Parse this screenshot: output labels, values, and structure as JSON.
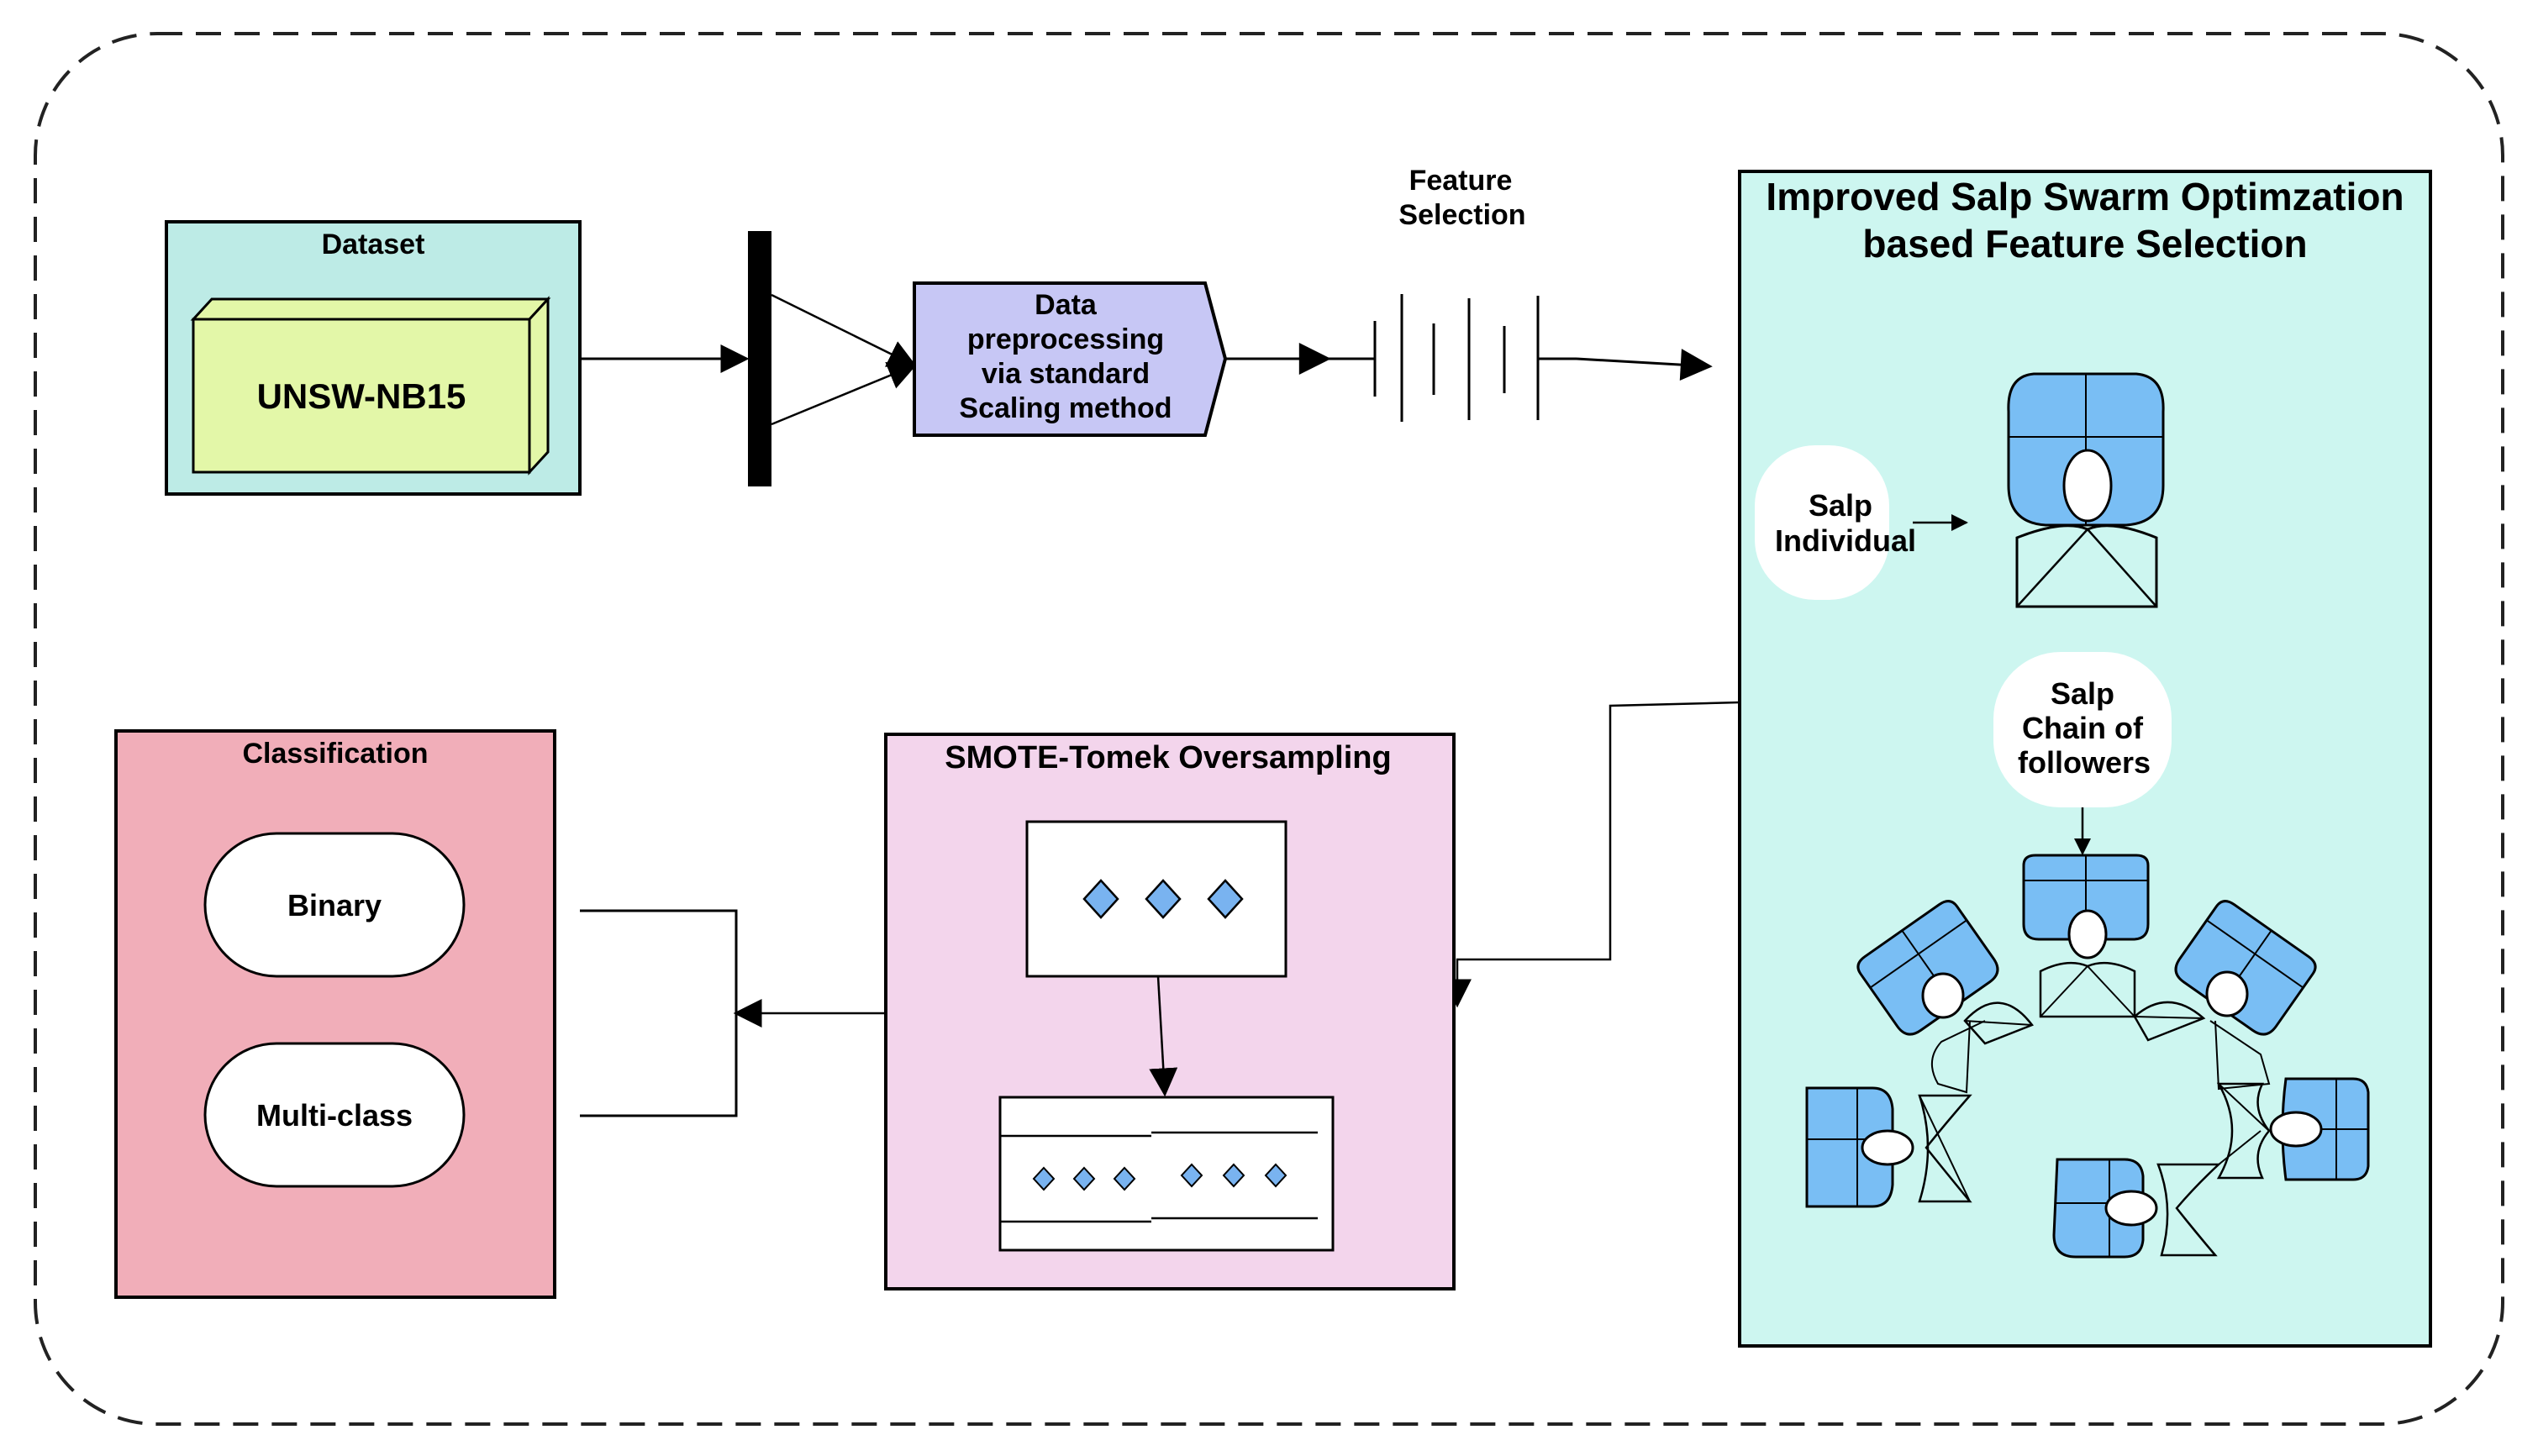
{
  "dataset": {
    "title": "Dataset",
    "name": "UNSW-NB15"
  },
  "preprocessing": {
    "lines": [
      "Data",
      "preprocessing",
      "via standard",
      "Scaling method"
    ]
  },
  "feature_selection": {
    "lines": [
      "Feature",
      "Selection"
    ]
  },
  "issa": {
    "title_lines": [
      "Improved Salp Swarm Optimzation",
      "based Feature Selection"
    ],
    "salp_individual": [
      "Salp",
      "Individual"
    ],
    "salp_chain": [
      "Salp",
      "Chain of",
      "followers"
    ]
  },
  "smote": {
    "title": "SMOTE-Tomek Oversampling"
  },
  "classification": {
    "title": "Classification",
    "binary": "Binary",
    "multiclass": "Multi-class"
  },
  "colors": {
    "dataset_bg": "#bdebe6",
    "cube_face": "#e3f7a8",
    "preproc_bg": "#c7c7f5",
    "issa_bg": "#cdf6f0",
    "smote_bg": "#f3d5ec",
    "class_bg": "#f1aeb9",
    "salp_blue": "#79bef4",
    "diamond": "#79b3f0"
  }
}
